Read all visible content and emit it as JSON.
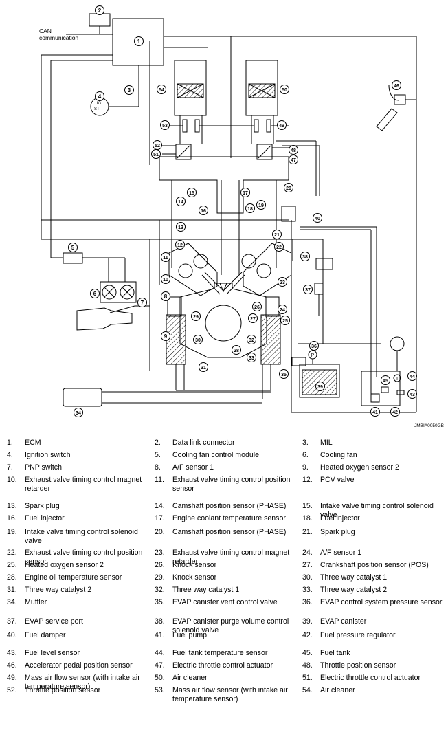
{
  "diagram": {
    "can_label_line1": "CAN",
    "can_label_line2": "communication",
    "ig_label": "IG",
    "st_label": "ST",
    "t_label": "T",
    "p_label": "P",
    "image_code": "JMBIA0050GB",
    "callouts": [
      "1",
      "2",
      "3",
      "4",
      "5",
      "6",
      "7",
      "8",
      "9",
      "10",
      "11",
      "12",
      "13",
      "14",
      "15",
      "16",
      "17",
      "18",
      "19",
      "20",
      "21",
      "22",
      "23",
      "24",
      "25",
      "26",
      "27",
      "28",
      "29",
      "30",
      "31",
      "32",
      "33",
      "34",
      "35",
      "36",
      "37",
      "38",
      "39",
      "40",
      "41",
      "42",
      "43",
      "44",
      "45",
      "46",
      "47",
      "48",
      "49",
      "50",
      "51",
      "52",
      "53",
      "54"
    ]
  },
  "legend": [
    {
      "num": "1.",
      "text": "ECM"
    },
    {
      "num": "2.",
      "text": "Data link connector"
    },
    {
      "num": "3.",
      "text": "MIL"
    },
    {
      "num": "4.",
      "text": "Ignition switch"
    },
    {
      "num": "5.",
      "text": "Cooling fan control module"
    },
    {
      "num": "6.",
      "text": "Cooling fan"
    },
    {
      "num": "7.",
      "text": "PNP switch"
    },
    {
      "num": "8.",
      "text": "A/F sensor 1"
    },
    {
      "num": "9.",
      "text": "Heated oxygen sensor 2"
    },
    {
      "num": "10.",
      "text": "Exhaust valve timing control magnet retarder"
    },
    {
      "num": "11.",
      "text": "Exhaust valve timing control position sensor"
    },
    {
      "num": "12.",
      "text": "PCV valve"
    },
    {
      "num": "13.",
      "text": "Spark plug"
    },
    {
      "num": "14.",
      "text": "Camshaft position sensor (PHASE)"
    },
    {
      "num": "15.",
      "text": "Intake valve timing control solenoid valve"
    },
    {
      "num": "16.",
      "text": "Fuel injector"
    },
    {
      "num": "17.",
      "text": "Engine coolant temperature sensor"
    },
    {
      "num": "18.",
      "text": "Fuel injector"
    },
    {
      "num": "19.",
      "text": "Intake valve timing control solenoid valve"
    },
    {
      "num": "20.",
      "text": "Camshaft position sensor (PHASE)"
    },
    {
      "num": "21.",
      "text": "Spark plug"
    },
    {
      "num": "22.",
      "text": "Exhaust valve timing control position sensor"
    },
    {
      "num": "23.",
      "text": "Exhaust valve timing control magnet retarder"
    },
    {
      "num": "24.",
      "text": "A/F sensor 1"
    },
    {
      "num": "25.",
      "text": "Heated oxygen sensor 2"
    },
    {
      "num": "26.",
      "text": "Knock sensor"
    },
    {
      "num": "27.",
      "text": "Crankshaft position sensor (POS)"
    },
    {
      "num": "28.",
      "text": "Engine oil temperature sensor"
    },
    {
      "num": "29.",
      "text": "Knock sensor"
    },
    {
      "num": "30.",
      "text": "Three way catalyst 1"
    },
    {
      "num": "31.",
      "text": "Three way catalyst 2"
    },
    {
      "num": "32.",
      "text": "Three way catalyst 1"
    },
    {
      "num": "33.",
      "text": "Three way catalyst 2"
    },
    {
      "num": "34.",
      "text": "Muffler"
    },
    {
      "num": "35.",
      "text": "EVAP canister vent control valve"
    },
    {
      "num": "36.",
      "text": "EVAP control system pressure sensor"
    },
    {
      "num": "37.",
      "text": "EVAP service port"
    },
    {
      "num": "38.",
      "text": "EVAP canister purge volume control solenoid valve"
    },
    {
      "num": "39.",
      "text": "EVAP canister"
    },
    {
      "num": "40.",
      "text": "Fuel damper"
    },
    {
      "num": "41.",
      "text": "Fuel pump"
    },
    {
      "num": "42.",
      "text": "Fuel pressure regulator"
    },
    {
      "num": "43.",
      "text": "Fuel level sensor"
    },
    {
      "num": "44.",
      "text": "Fuel tank temperature sensor"
    },
    {
      "num": "45.",
      "text": "Fuel tank"
    },
    {
      "num": "46.",
      "text": "Accelerator pedal position sensor"
    },
    {
      "num": "47.",
      "text": "Electric throttle control actuator"
    },
    {
      "num": "48.",
      "text": "Throttle position sensor"
    },
    {
      "num": "49.",
      "text": "Mass air flow sensor (with intake air temperature sensor)"
    },
    {
      "num": "50.",
      "text": "Air cleaner"
    },
    {
      "num": "51.",
      "text": "Electric throttle control actuator"
    },
    {
      "num": "52.",
      "text": "Throttle position sensor"
    },
    {
      "num": "53.",
      "text": "Mass air flow sensor (with intake air temperature sensor)"
    },
    {
      "num": "54.",
      "text": "Air cleaner"
    }
  ]
}
